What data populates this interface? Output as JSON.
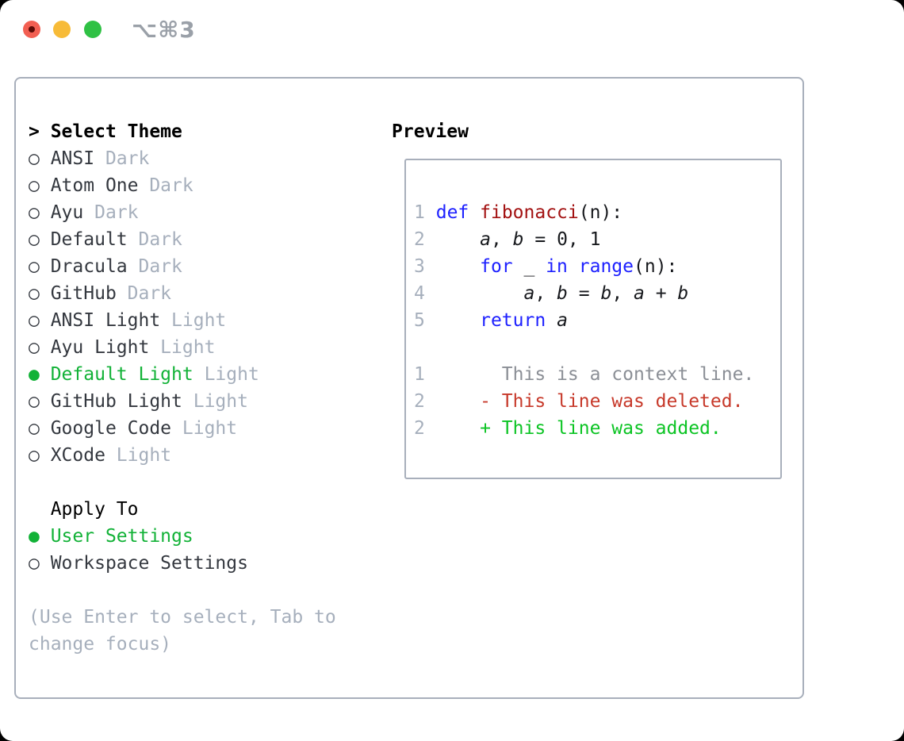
{
  "window": {
    "title": "⌥⌘3",
    "controls": [
      {
        "name": "close"
      },
      {
        "name": "minimize"
      },
      {
        "name": "zoom"
      }
    ]
  },
  "theme_panel": {
    "header_prefix": ">",
    "header": "Select Theme",
    "items": [
      {
        "name": "ANSI",
        "variant": "Dark",
        "selected": false
      },
      {
        "name": "Atom One",
        "variant": "Dark",
        "selected": false
      },
      {
        "name": "Ayu",
        "variant": "Dark",
        "selected": false
      },
      {
        "name": "Default",
        "variant": "Dark",
        "selected": false
      },
      {
        "name": "Dracula",
        "variant": "Dark",
        "selected": false
      },
      {
        "name": "GitHub",
        "variant": "Dark",
        "selected": false
      },
      {
        "name": "ANSI Light",
        "variant": "Light",
        "selected": false
      },
      {
        "name": "Ayu Light",
        "variant": "Light",
        "selected": false
      },
      {
        "name": "Default Light",
        "variant": "Light",
        "selected": true
      },
      {
        "name": "GitHub Light",
        "variant": "Light",
        "selected": false
      },
      {
        "name": "Google Code",
        "variant": "Light",
        "selected": false
      },
      {
        "name": "XCode",
        "variant": "Light",
        "selected": false
      }
    ],
    "apply_to": {
      "header": "Apply To",
      "options": [
        {
          "label": "User Settings",
          "selected": true
        },
        {
          "label": "Workspace Settings",
          "selected": false
        }
      ]
    },
    "help_lines": {
      "0": "(Use Enter to select, Tab to",
      "1": "change focus)"
    },
    "bullet_selected": "●",
    "bullet_unselected": "○"
  },
  "preview": {
    "header": "Preview",
    "lines": [
      {
        "tokens": [
          [
            "num",
            "1"
          ],
          [
            "pl",
            " "
          ],
          [
            "kw",
            "def"
          ],
          [
            "pl",
            " "
          ],
          [
            "fn",
            "fibonacci"
          ],
          [
            "pl",
            "(n):"
          ]
        ]
      },
      {
        "tokens": [
          [
            "num",
            "2"
          ],
          [
            "pl",
            "     "
          ],
          [
            "var",
            "a"
          ],
          [
            "pl",
            ", "
          ],
          [
            "var",
            "b"
          ],
          [
            "pl",
            " = 0, 1"
          ]
        ]
      },
      {
        "tokens": [
          [
            "num",
            "3"
          ],
          [
            "pl",
            "     "
          ],
          [
            "kw",
            "for"
          ],
          [
            "pl",
            " _ "
          ],
          [
            "kw",
            "in"
          ],
          [
            "pl",
            " "
          ],
          [
            "kw",
            "range"
          ],
          [
            "pl",
            "(n):"
          ]
        ]
      },
      {
        "tokens": [
          [
            "num",
            "4"
          ],
          [
            "pl",
            "         "
          ],
          [
            "var",
            "a"
          ],
          [
            "pl",
            ", "
          ],
          [
            "var",
            "b"
          ],
          [
            "pl",
            " = "
          ],
          [
            "var",
            "b"
          ],
          [
            "pl",
            ", "
          ],
          [
            "var",
            "a"
          ],
          [
            "pl",
            " + "
          ],
          [
            "var",
            "b"
          ]
        ]
      },
      {
        "tokens": [
          [
            "num",
            "5"
          ],
          [
            "pl",
            "     "
          ],
          [
            "kw",
            "return"
          ],
          [
            "pl",
            " "
          ],
          [
            "var",
            "a"
          ]
        ]
      },
      {
        "tokens": []
      },
      {
        "tokens": [
          [
            "num",
            "1"
          ],
          [
            "pl",
            "       "
          ],
          [
            "ctx",
            "This is a context line."
          ]
        ]
      },
      {
        "tokens": [
          [
            "num",
            "2"
          ],
          [
            "pl",
            "     "
          ],
          [
            "del",
            "- This line was deleted."
          ]
        ]
      },
      {
        "tokens": [
          [
            "num",
            "2"
          ],
          [
            "pl",
            "     "
          ],
          [
            "add",
            "+ This line was added."
          ]
        ]
      }
    ]
  },
  "colors": {
    "selection_green": "#12b237",
    "keyword_blue": "#1e21ff",
    "function_red": "#a31212",
    "diff_deleted_red": "#c7392a",
    "diff_added_green": "#0cc424",
    "context_gray": "#8b8f96",
    "muted_gray": "#a6afbc",
    "border_gray": "#a8afbb",
    "traffic_red": "#f25f52",
    "traffic_yellow": "#f7bb38",
    "traffic_green": "#2fc144"
  }
}
